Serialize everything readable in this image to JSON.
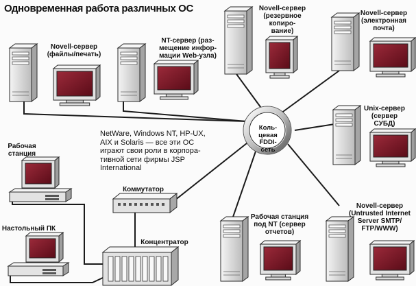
{
  "title": "Одновременная работа различных ОС",
  "note": "NetWare, Windows NT, HP-UX,\nAIX и Solaris — все эти ОС\nиграют свои роли в корпора-\nтивной сети фирмы JSP\nInternational",
  "ring_label": "Коль-\nцевая\nFDDI-\nсеть",
  "switch_label": "Коммутатор",
  "hub_label": "Концентратор",
  "nodes": {
    "novell_files": "Novell-сервер\n(файлы/печать)",
    "nt_web": "NT-сервер (раз-\nмещение инфор-\nмации Web-узла)",
    "novell_backup": "Novell-сервер\n(резервное\nкопиро-\nвание)",
    "novell_mail": "Novell-сервер\n(электронная\nпочта)",
    "unix_db": "Unix-сервер\n(сервер\nСУБД)",
    "workstation": "Рабочая\nстанция",
    "desktop_pc": "Настольный ПК",
    "nt_reports": "Рабочая станция\nпод NT (сервер\nотчетов)",
    "untrusted": "Novell-сервер\n(Untrusted Internet\nServer SMTP/\nFTP/WWW)"
  },
  "colors": {
    "screen": "#7e1424",
    "device": "#e3e3e3",
    "outline": "#2a2a2a",
    "cable": "#1a1a1a"
  }
}
